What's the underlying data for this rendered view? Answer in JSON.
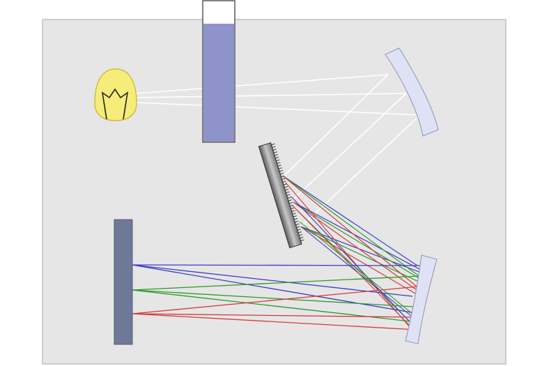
{
  "diagram": {
    "type": "czerny-turner spectrometer schematic",
    "components": [
      {
        "name": "light-source",
        "shape": "bulb",
        "fill": "#f5ec7a",
        "stroke": "#c9b42a"
      },
      {
        "name": "sample-cuvette",
        "shape": "rectangle",
        "fill": "#8f93cc",
        "stroke": "#444444"
      },
      {
        "name": "collimating-mirror",
        "shape": "concave-mirror",
        "fill": "#dfe2f4",
        "stroke": "#9599b8"
      },
      {
        "name": "diffraction-grating",
        "shape": "ruled-grating",
        "fill": "#9a9a9a",
        "stroke": "#333333"
      },
      {
        "name": "focusing-mirror",
        "shape": "concave-mirror",
        "fill": "#dfe2f4",
        "stroke": "#9599b8"
      },
      {
        "name": "detector",
        "shape": "rectangle",
        "fill": "#6f7896",
        "stroke": "#555c78"
      }
    ],
    "beams": {
      "white_light": "#ffffff",
      "spectral_colors": [
        "#3b3bc8",
        "#2a9a2a",
        "#d43a3a"
      ]
    },
    "background": "#e6e6e6",
    "frame_stroke": "#b5b5b5"
  }
}
